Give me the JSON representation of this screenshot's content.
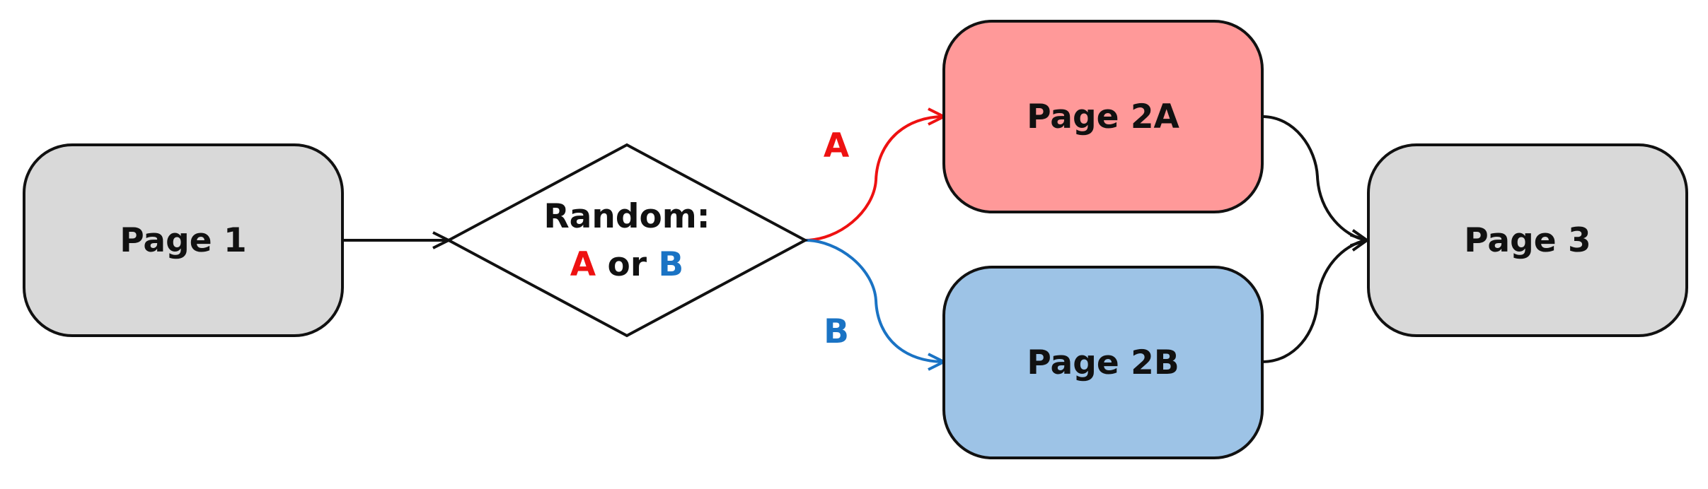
{
  "nodes": {
    "page1": {
      "label": "Page 1",
      "fill": "#d9d9d9"
    },
    "decision": {
      "line1": "Random:",
      "option_a": "A",
      "connector": "or",
      "option_b": "B",
      "fill": "#ffffff"
    },
    "page2a": {
      "label": "Page 2A",
      "fill": "#ff9999"
    },
    "page2b": {
      "label": "Page 2B",
      "fill": "#9dc3e6"
    },
    "page3": {
      "label": "Page 3",
      "fill": "#d9d9d9"
    }
  },
  "edges": {
    "a": {
      "label": "A",
      "color": "#ee1111"
    },
    "b": {
      "label": "B",
      "color": "#1a73c4"
    },
    "default_color": "#111111"
  }
}
